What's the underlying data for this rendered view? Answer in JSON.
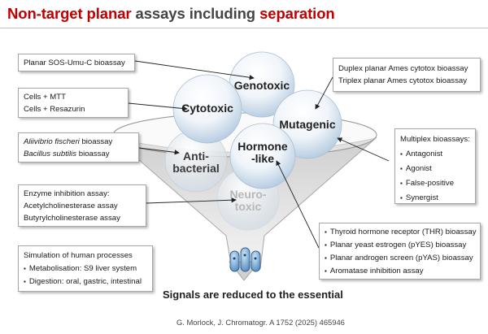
{
  "title": {
    "part1": "Non-target planar",
    "part2": " assays including ",
    "part3": "separation"
  },
  "spheres": {
    "genotoxic": "Genotoxic",
    "cytotoxic": "Cytotoxic",
    "mutagenic": "Mutagenic",
    "hormone_line1": "Hormone",
    "hormone_line2": "-like",
    "antibacterial_line1": "Anti-",
    "antibacterial_line2": "bacterial",
    "neurotoxic_line1": "Neuro-",
    "neurotoxic_line2": "toxic"
  },
  "left_boxes": {
    "sos": "Planar SOS-Umu-C bioassay",
    "cells": [
      "Cells + MTT",
      "Cells + Resazurin"
    ],
    "bacteria": [
      {
        "organism": "Aliivibrio fischeri",
        "suffix": " bioassay"
      },
      {
        "organism": "Bacillus subtilis",
        "suffix": " bioassay"
      }
    ],
    "enzyme": [
      "Enzyme inhibition assay:",
      "Acetylcholinesterase assay",
      "Butyrylcholinesterase assay"
    ],
    "simulation": {
      "heading": "Simulation of human processes",
      "items": [
        "Metabolisation: S9 liver system",
        "Digestion: oral, gastric, intestinal"
      ]
    }
  },
  "right_boxes": {
    "ames": [
      "Duplex planar Ames cytotox bioassay",
      "Triplex planar Ames cytotox bioassay"
    ],
    "multiplex": {
      "heading": "Multiplex bioassays:",
      "items": [
        "Antagonist",
        "Agonist",
        "False-positive",
        "Synergist"
      ]
    },
    "hormone": [
      "Thyroid hormone receptor (THR) bioassay",
      "Planar yeast estrogen (pYES) bioassay",
      "Planar androgen screen (pYAS) bioassay",
      "Aromatase inhibition assay"
    ]
  },
  "tagline": "Signals are reduced to the essential",
  "citation": "G. Morlock, J. Chromatogr. A 1752 (2025) 465946",
  "colors": {
    "accent": "#c00000",
    "sphere": "#dde8f2",
    "funnel": "#d9d9d9"
  }
}
